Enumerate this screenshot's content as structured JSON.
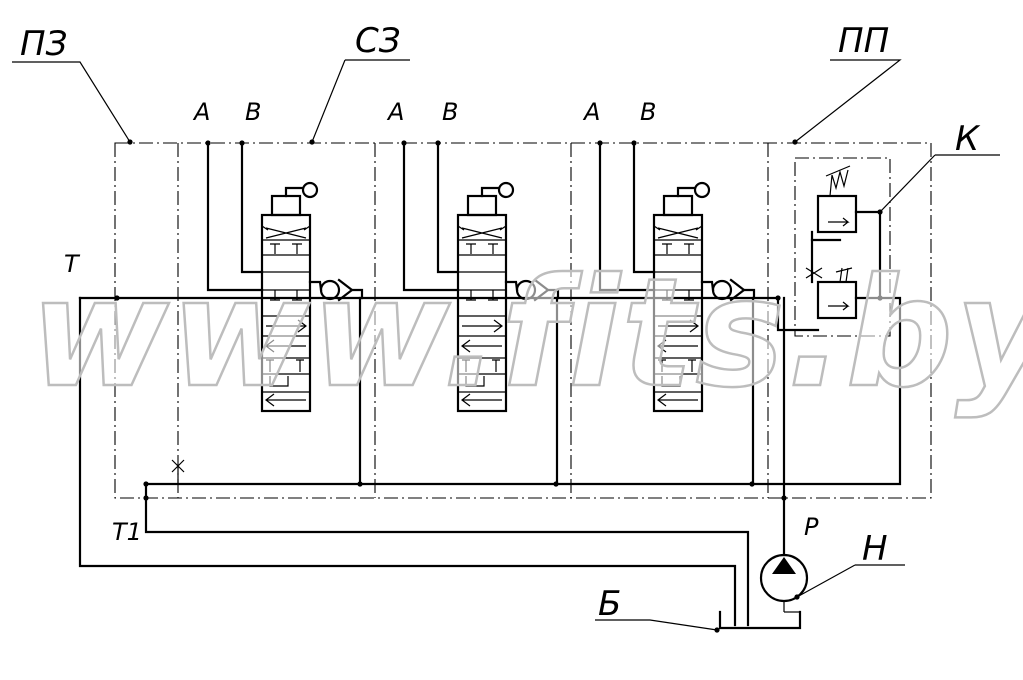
{
  "labels": {
    "pz": "ПЗ",
    "sz": "СЗ",
    "pp": "ПП",
    "k": "К",
    "t": "Т",
    "t1": "Т1",
    "p": "Р",
    "n": "Н",
    "b": "Б",
    "a": "А",
    "bport": "В"
  },
  "watermark": "www.fits.by",
  "colors": {
    "line": "#000000",
    "background": "#ffffff",
    "watermark_stroke": "#bdbdbd"
  }
}
